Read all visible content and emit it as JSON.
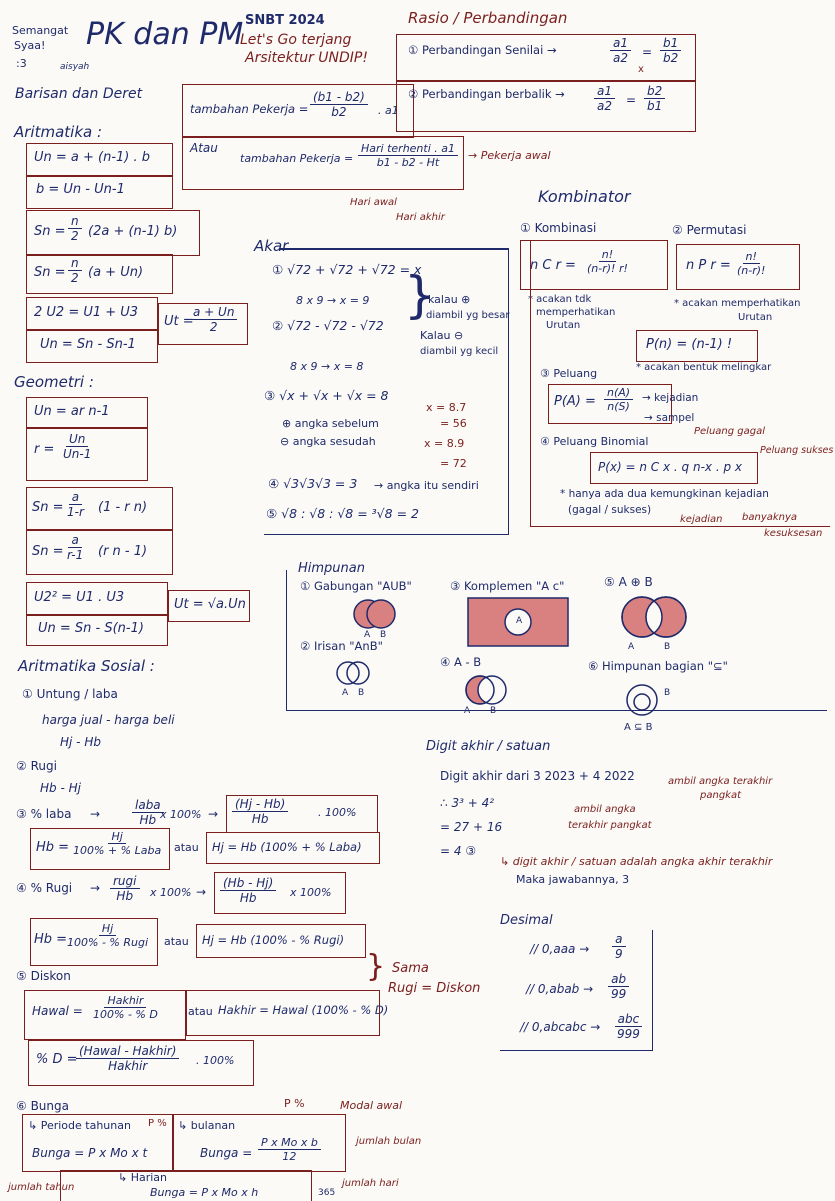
{
  "header": {
    "semangat": "Semangat",
    "syaa": "Syaa!",
    "smile": ":3",
    "sign": "aisyah",
    "title": "PK dan PM",
    "snbt": "SNBT 2024",
    "lets": "Let's Go terjang",
    "arsitek": "Arsitektur UNDIP!",
    "barisan": "Barisan dan Deret"
  },
  "aritmatika": {
    "title": "Aritmatika :",
    "f1": "Un = a + (n-1) . b",
    "f2": "b = Un - Un-1",
    "f3a": "Sn =",
    "f3n": "n",
    "f3d": "2",
    "f3b": "(2a + (n-1) b)",
    "f4a": "Sn =",
    "f4n": "n",
    "f4d": "2",
    "f4b": "(a + Un)",
    "f5": "2 U2 = U1 + U3",
    "f6": "Un = Sn - Sn-1",
    "f7a": "Ut =",
    "f7n": "a + Un",
    "f7d": "2"
  },
  "geometri": {
    "title": "Geometri :",
    "f1": "Un = ar n-1",
    "f2a": "r =",
    "f2n": "Un",
    "f2d": "Un-1",
    "f3a": "Sn =",
    "f3n": "a",
    "f3d": "1-r",
    "f3b": "(1 - r n)",
    "f4a": "Sn =",
    "f4n": "a",
    "f4d": "r-1",
    "f4b": "(r n - 1)",
    "f5": "U2² = U1 . U3",
    "f6": "Un = Sn - S(n-1)",
    "f7": "Ut = √a.Un"
  },
  "sosial": {
    "title": "Aritmatika Sosial :",
    "i1": "① Untung / laba",
    "i1a": "harga jual - harga beli",
    "i1b": "Hj - Hb",
    "i2": "② Rugi",
    "i2a": "Hb - Hj",
    "i3": "③ % laba",
    "i3n": "laba",
    "i3d": "Hb",
    "i3x": "x 100%",
    "i3n2": "(Hj - Hb)",
    "i3d2": "Hb",
    "i3x2": ". 100%",
    "i3bn": "Hj",
    "i3bd": "100% + % Laba",
    "i3ba": "Hb =",
    "atau1": "atau",
    "i3c": "Hj = Hb (100% + % Laba)",
    "i4": "④ % Rugi",
    "i4n": "rugi",
    "i4d": "Hb",
    "i4x": "x 100%",
    "i4n2": "(Hb - Hj)",
    "i4d2": "Hb",
    "i4x2": "x 100%",
    "i4ba": "Hb =",
    "i4bn": "Hj",
    "i4bd": "100% - % Rugi",
    "atau2": "atau",
    "i4c": "Hj = Hb (100% - % Rugi)",
    "sama": "Sama",
    "rugidiskon": "Rugi = Diskon",
    "i5": "⑤ Diskon",
    "i5a": "Hawal =",
    "i5n": "Hakhir",
    "i5d": "100% - % D",
    "atau3": "atau",
    "i5c": "Hakhir = Hawal (100% - % D)",
    "i5e": "% D =",
    "i5en": "(Hawal - Hakhir)",
    "i5ed": "Hakhir",
    "i5ex": ". 100%",
    "i6": "⑥ Bunga",
    "tahunan": "↳ Periode tahunan",
    "pp": "P %",
    "bulanan": "↳ bulanan",
    "pmodal": "P %",
    "modalawal": "Modal awal",
    "b1": "Bunga = P x Mo x t",
    "b2a": "Bunga =",
    "b2n": "P x Mo x b",
    "b2d": "12",
    "jumlahbulan": "jumlah bulan",
    "harian": "↳ Harian",
    "b3": "Bunga = P x Mo x h",
    "b3d": "365",
    "jumlahhari": "jumlah hari",
    "jumlahtahun": "jumlah tahun"
  },
  "pekerja": {
    "l1": "tambahan Pekerja =",
    "l1n": "(b1 - b2)",
    "l1d": "b2",
    "l1x": ". a1",
    "atau": "Atau",
    "l2": "tambahan Pekerja =",
    "l2n": "Hari terhenti . a1",
    "l2d": "b1 - b2 - Ht",
    "pawal": "→ Pekerja awal",
    "hariawal": "Hari awal",
    "hariakhir": "Hari akhir"
  },
  "rasio": {
    "title": "Rasio / Perbandingan",
    "p1": "① Perbandingan Senilai →",
    "p1a": "a1",
    "p1b": "a2",
    "p1c": "b1",
    "p1d": "b2",
    "x": "x",
    "p2": "② Perbandingan berbalik →",
    "p2a": "a1",
    "p2b": "a2",
    "p2c": "b2",
    "p2d": "b1"
  },
  "akar": {
    "title": "Akar",
    "e1": "① √72 + √72 + √72 = x",
    "e1n": "8 x 9 → x = 9",
    "e2": "② √72 - √72 - √72",
    "e2n": "8 x 9 → x = 8",
    "kalau1": "kalau ⊕",
    "kalau1b": "diambil yg besar",
    "kalau2": "Kalau ⊖",
    "kalau2b": "diambil yg kecil",
    "e3": "③ √x + √x + √x = 8",
    "e3a": "⊕ angka sebelum",
    "e3b": "⊖ angka sesudah",
    "e3r1": "x = 8.7",
    "e3r2": "= 56",
    "e3r3": "x = 8.9",
    "e3r4": "= 72",
    "e4": "④ √3√3√3 = 3",
    "e4b": "→ angka itu sendiri",
    "e5": "⑤ √8 : √8 : √8 = ³√8 = 2"
  },
  "kombinator": {
    "title": "Kombinator",
    "k1": "① Kombinasi",
    "k1f": "n C r =",
    "k1n": "n!",
    "k1d": "(n-r)! r!",
    "k1note1": "* acakan tdk",
    "k1note2": "memperhatikan",
    "k1note3": "Urutan",
    "k2": "② Permutasi",
    "k2f": "n P r =",
    "k2n": "n!",
    "k2d": "(n-r)!",
    "k2note1": "* acakan memperhatikan",
    "k2note2": "Urutan",
    "pn": "P(n) = (n-1) !",
    "pnote": "* acakan bentuk melingkar",
    "k3": "③ Peluang",
    "k3f": "P(A) =",
    "k3n": "n(A)",
    "k3d": "n(S)",
    "kejadian": "→ kejadian",
    "sampel": "→ sampel",
    "k4": "④ Peluang Binomial",
    "gagal": "Peluang gagal",
    "sukses": "Peluang sukses",
    "k4f": "P(x) = n C x . q n-x . p x",
    "k4note1": "* hanya ada dua kemungkinan kejadian",
    "k4note2": "(gagal / sukses)",
    "kej": "kejadian",
    "banyak": "banyaknya",
    "kesuksesan": "kesuksesan"
  },
  "himpunan": {
    "title": "Himpunan",
    "h1": "① Gabungan \"AUB\"",
    "h2": "② Irisan \"AnB\"",
    "h3": "③ Komplemen \"A c\"",
    "h4": "④ A - B",
    "h5": "⑤ A ⊕ B",
    "h6": "⑥ Himpunan bagian \"⊆\"",
    "A": "A",
    "B": "B",
    "AsubB": "A ⊆ B"
  },
  "digit": {
    "title": "Digit akhir / satuan",
    "d1": "Digit akhir dari 3 2023 + 4 2022",
    "ambil": "ambil angka terakhir",
    "pangkat": "pangkat",
    "ambil2": "ambil angka",
    "terakhir": "terakhir pangkat",
    "s1": "∴ 3³ + 4²",
    "s2": "= 27 + 16",
    "s3": "= 4 ③",
    "note1": "↳ digit akhir / satuan adalah angka akhir terakhir",
    "note2": "Maka jawabannya, 3"
  },
  "desimal": {
    "title": "Desimal",
    "d1": "// 0,aaa →",
    "d1n": "a",
    "d1d": "9",
    "d2": "// 0,abab →",
    "d2n": "ab",
    "d2d": "99",
    "d3": "// 0,abcabc →",
    "d3n": "abc",
    "d3d": "999"
  }
}
